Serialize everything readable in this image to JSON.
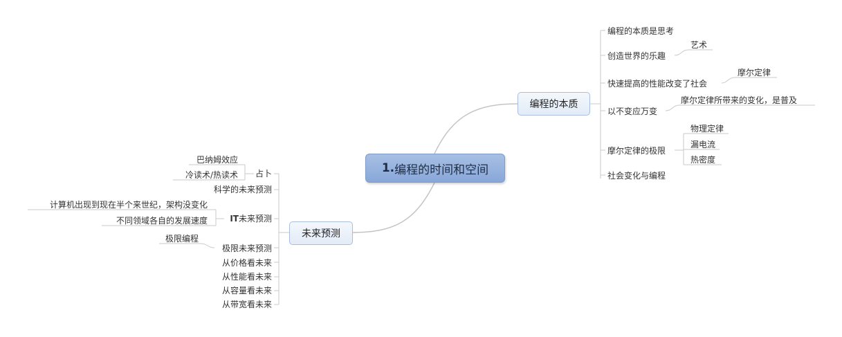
{
  "root": {
    "prefix": "1.",
    "title": "编程的时间和空间"
  },
  "branch_nature": {
    "label": "编程的本质",
    "children": [
      {
        "label": "编程的本质是思考"
      },
      {
        "label": "创造世界的乐趣",
        "child": "艺术"
      },
      {
        "label": "快速提高的性能改变了社会",
        "child": "摩尔定律"
      },
      {
        "label": "以不变应万变",
        "child": "摩尔定律所带来的变化，是普及"
      },
      {
        "label": "摩尔定律的极限",
        "children": [
          "物理定律",
          "漏电流",
          "热密度"
        ]
      },
      {
        "label": "社会变化与编程"
      }
    ]
  },
  "branch_future": {
    "label": "未来预测",
    "children": [
      {
        "label": "占卜",
        "children": [
          "巴纳姆效应",
          "冷读术/热读术"
        ]
      },
      {
        "label": "科学的未来预测"
      },
      {
        "label_bold": "IT",
        "label_rest": "未来预测",
        "children": [
          "计算机出现到现在半个来世纪，架构没变化",
          "不同领域各自的发展速度"
        ]
      },
      {
        "label": "极限未来预测",
        "child": "极限编程"
      },
      {
        "label": "从价格看未来"
      },
      {
        "label": "从性能看未来"
      },
      {
        "label": "从容量看未来"
      },
      {
        "label": "从带宽看未来"
      }
    ]
  },
  "colors": {
    "line": "#bdbdbd",
    "root_fill": "#95b1de",
    "node_fill": "#e9f0f9",
    "text": "#333333"
  }
}
